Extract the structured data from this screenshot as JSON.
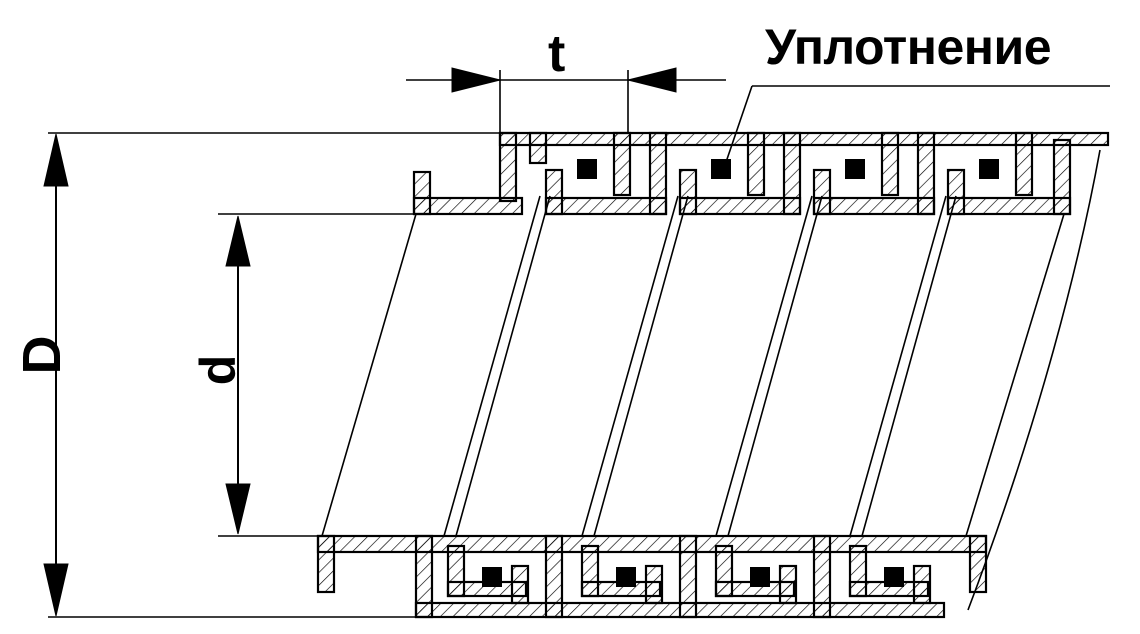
{
  "labels": {
    "pitch": "t",
    "seal": "Уплотнение",
    "outer_diameter": "D",
    "inner_diameter": "d"
  },
  "colors": {
    "ink": "#000000",
    "background": "#ffffff"
  }
}
